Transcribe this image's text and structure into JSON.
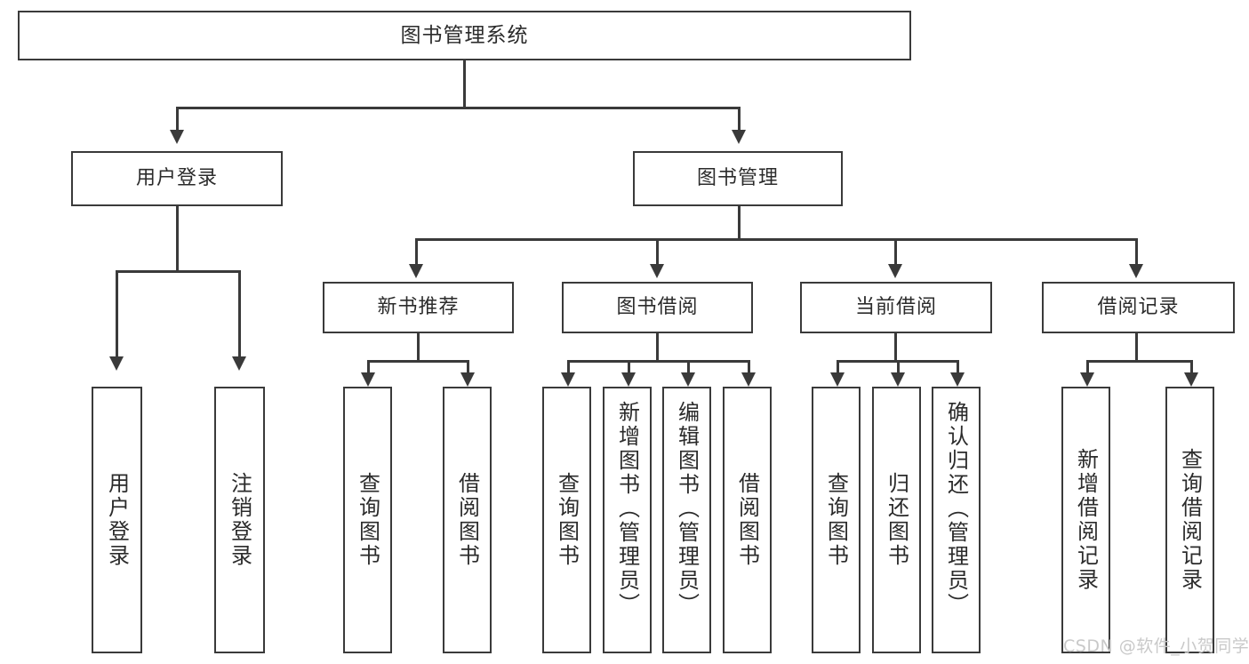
{
  "diagram": {
    "title": "图书管理系统",
    "root": {
      "label": "图书管理系统"
    },
    "level2": [
      {
        "label": "用户登录"
      },
      {
        "label": "图书管理"
      }
    ],
    "level3": [
      {
        "label": "新书推荐"
      },
      {
        "label": "图书借阅"
      },
      {
        "label": "当前借阅"
      },
      {
        "label": "借阅记录"
      }
    ],
    "leaves": {
      "user_login": [
        {
          "label": "用户登录"
        },
        {
          "label": "注销登录"
        }
      ],
      "new_book_recommend": [
        {
          "label": "查询图书"
        },
        {
          "label": "借阅图书"
        }
      ],
      "book_borrow": [
        {
          "label": "查询图书"
        },
        {
          "label": "新增图书（管理员）"
        },
        {
          "label": "编辑图书（管理员）"
        },
        {
          "label": "借阅图书"
        }
      ],
      "current_borrow": [
        {
          "label": "查询图书"
        },
        {
          "label": "归还图书"
        },
        {
          "label": "确认归还（管理员）"
        }
      ],
      "borrow_record": [
        {
          "label": "新增借阅记录"
        },
        {
          "label": "查询借阅记录"
        }
      ]
    }
  },
  "watermark": {
    "text": "CSDN @软件_小贺同学"
  },
  "colors": {
    "stroke": "#3a3a3a",
    "background": "#ffffff",
    "text": "#2b2b2b",
    "watermark": "#c9c9c9"
  }
}
